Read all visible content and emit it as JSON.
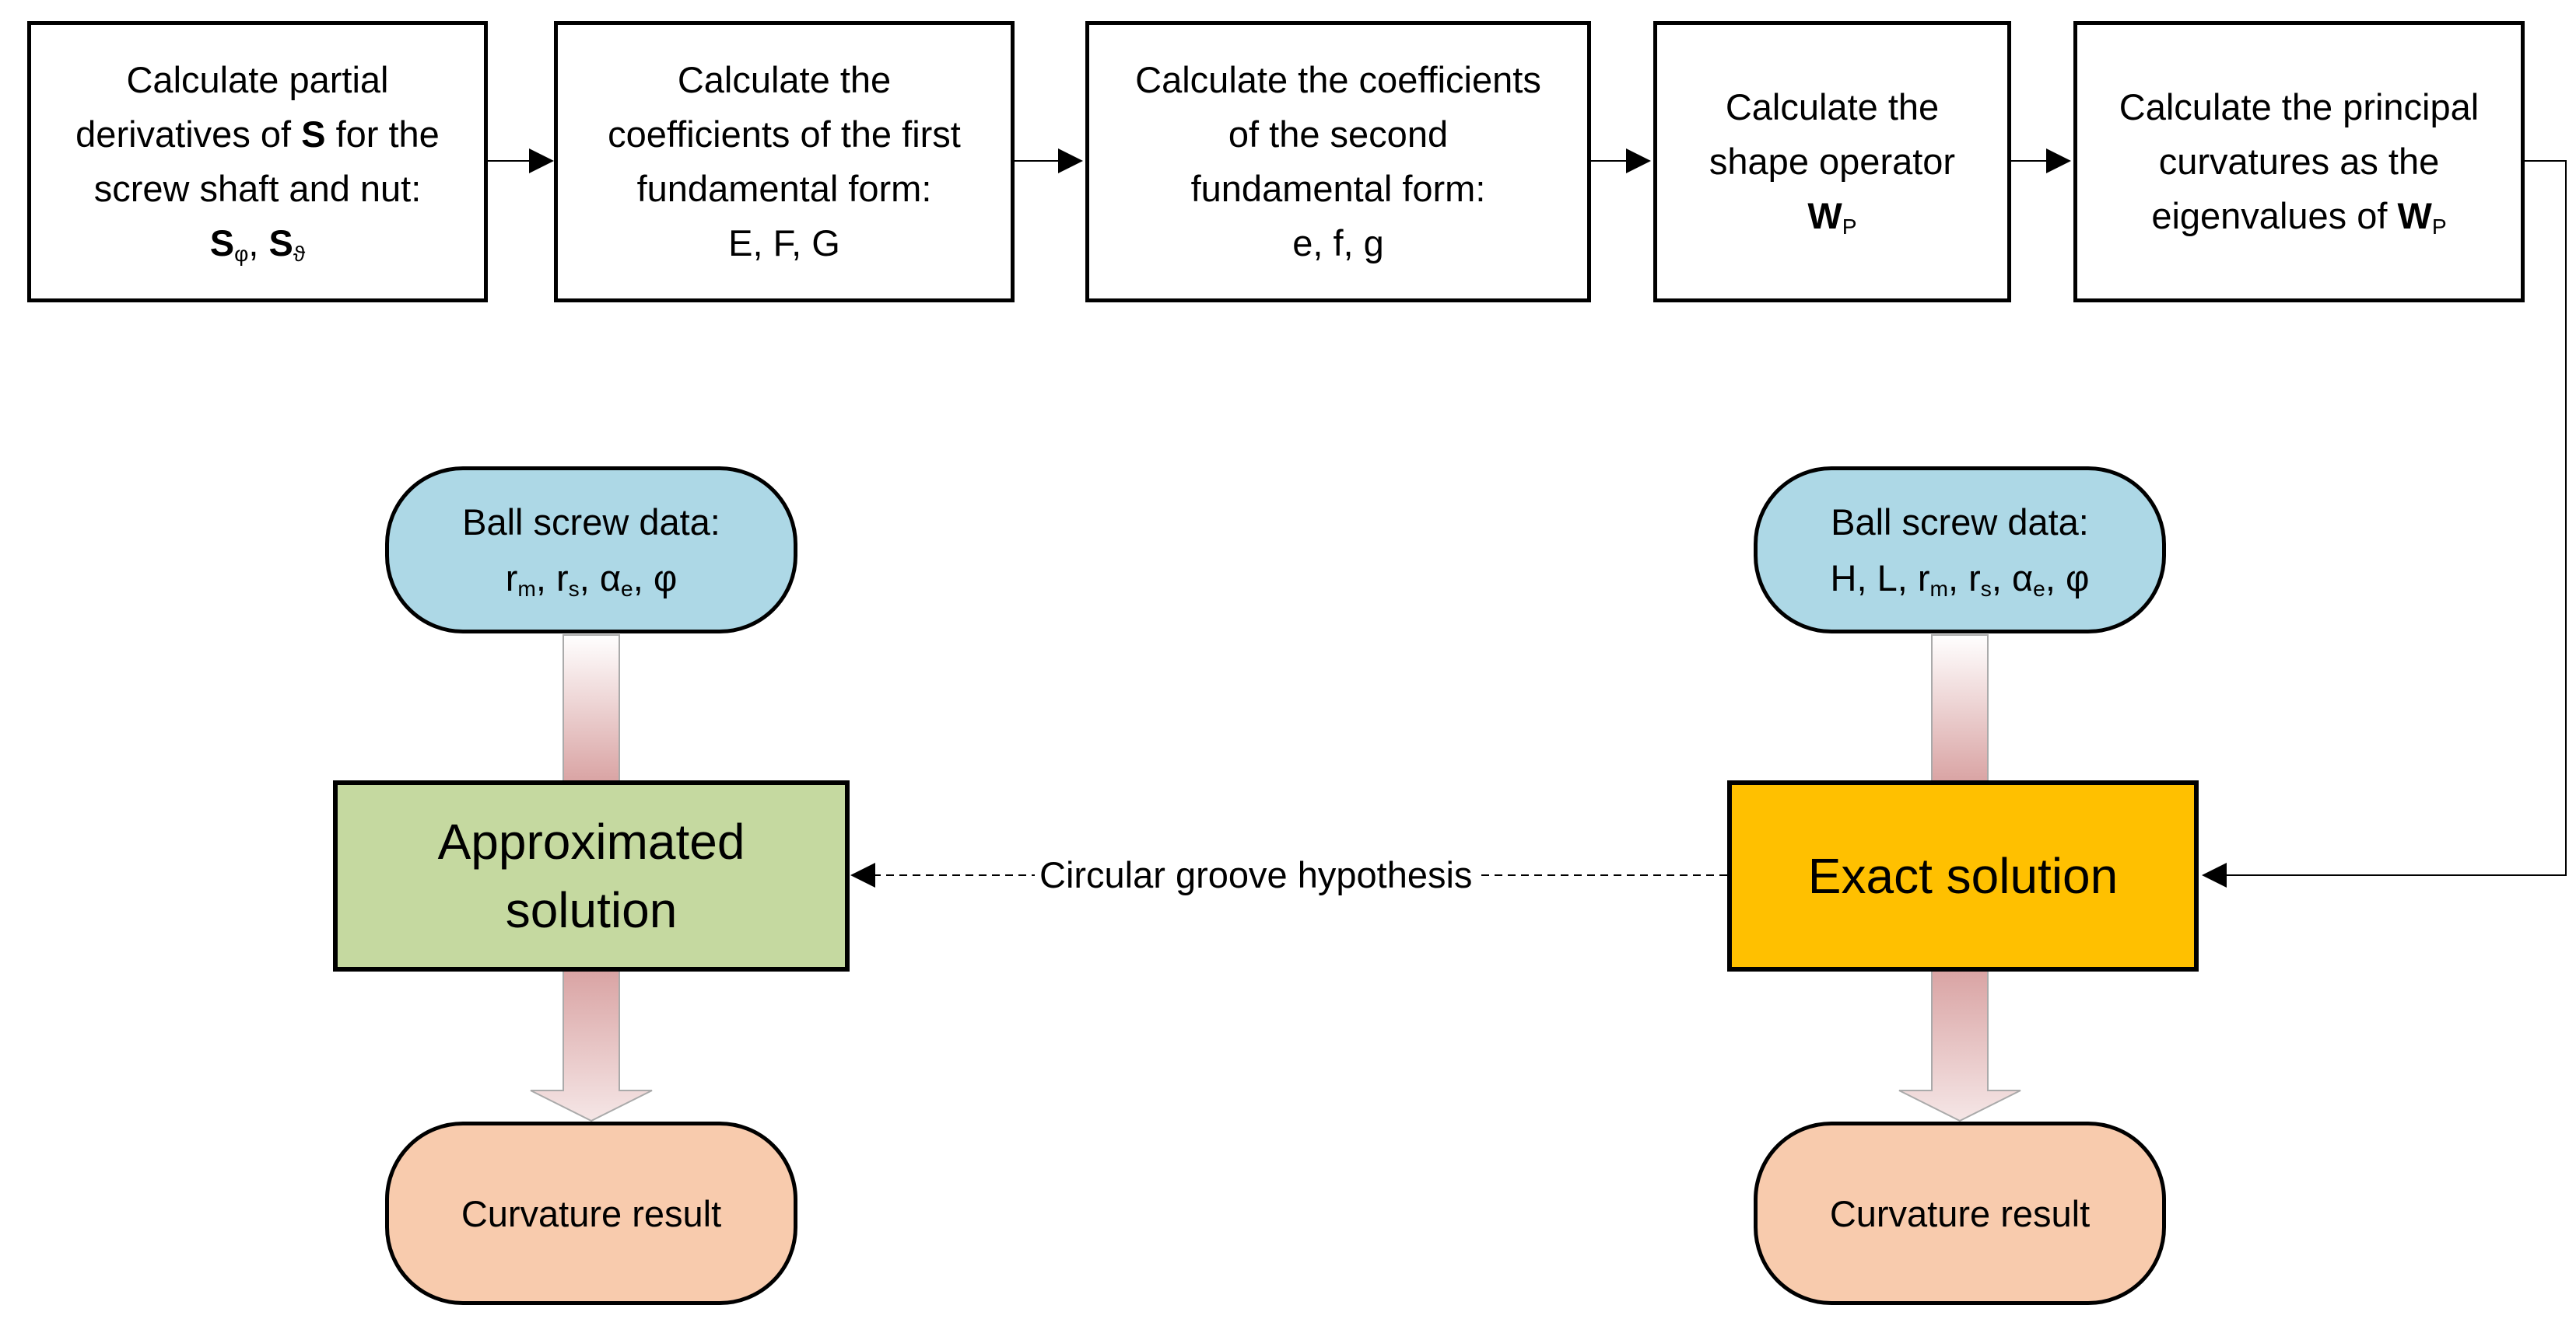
{
  "process_steps": [
    {
      "id": "step1",
      "lines": [
        "Calculate partial",
        "derivatives of",
        "S",
        "for the",
        "screw shaft and nut:"
      ],
      "symbols": {
        "s_phi": "S",
        "sub_phi": "φ",
        "sep": ",",
        "s_theta": "S",
        "sub_theta": "ϑ"
      }
    },
    {
      "id": "step2",
      "lines": [
        "Calculate the",
        "coefficients of the first",
        "fundamental form:",
        "E, F, G"
      ]
    },
    {
      "id": "step3",
      "lines": [
        "Calculate the coefficients",
        "of the second",
        "fundamental form:",
        "e, f, g"
      ]
    },
    {
      "id": "step4",
      "lines": [
        "Calculate the",
        "shape operator"
      ],
      "symbol": {
        "main": "W",
        "sub": "P"
      }
    },
    {
      "id": "step5",
      "lines": [
        "Calculate the principal",
        "curvatures as the",
        "eigenvalues of"
      ],
      "symbol": {
        "main": "W",
        "sub": "P"
      }
    }
  ],
  "left_branch": {
    "data_title": "Ball screw data:",
    "data_vars": {
      "r": "r",
      "m": "m",
      "sep": ",",
      "s": "s",
      "alpha": "α",
      "e": "e",
      "phi": "φ"
    },
    "solution": [
      "Approximated",
      "solution"
    ],
    "result": "Curvature result"
  },
  "right_branch": {
    "data_title": "Ball screw data:",
    "data_vars": {
      "prefix": "H, L,",
      "r": "r",
      "m": "m",
      "sep": ",",
      "s": "s",
      "alpha": "α",
      "e": "e",
      "phi": "φ"
    },
    "solution": "Exact solution",
    "result": "Curvature result"
  },
  "edge_label": "Circular groove hypothesis",
  "colors": {
    "data_fill": "#add8e6",
    "approx_fill": "#c5d9a0",
    "exact_fill": "#ffc000",
    "result_fill": "#f8cbad",
    "flow_arrow_top": "#ffffff",
    "flow_arrow_bottom": "#d9a3a3"
  }
}
